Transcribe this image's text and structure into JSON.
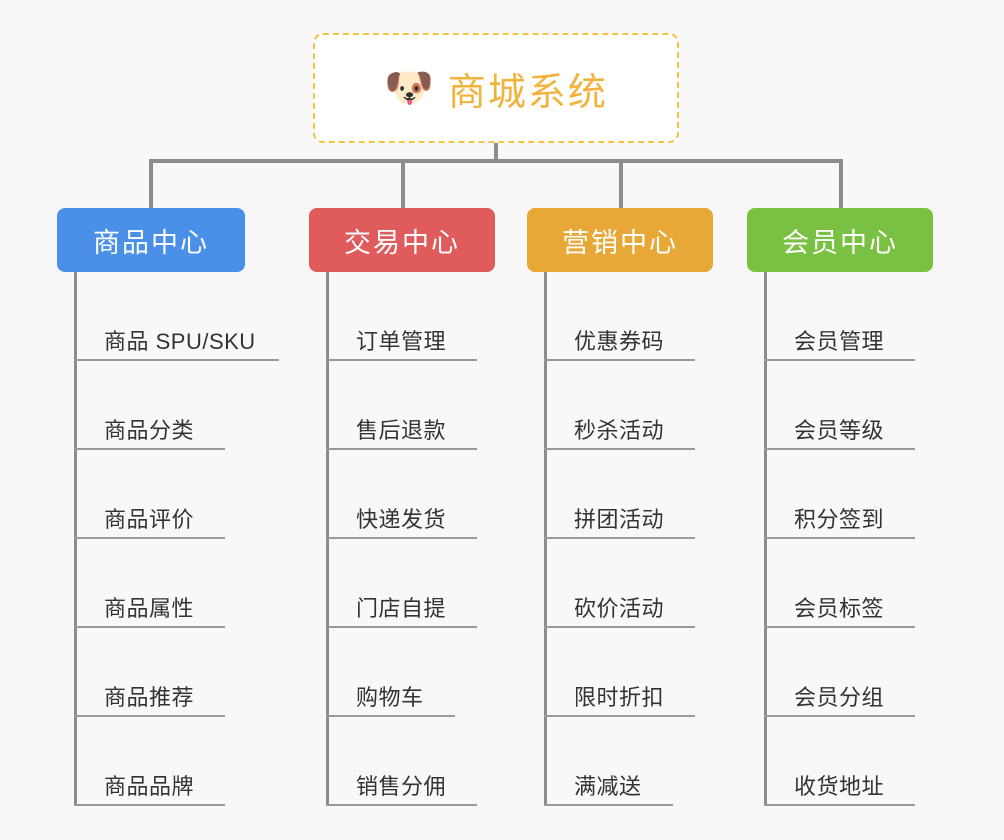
{
  "background_color": "#f8f8f8",
  "root": {
    "icon": "shiba-dog-face-emoji",
    "emoji": "🐶",
    "title": "商城系统",
    "border_color": "#f5c242",
    "text_color": "#f2b33d"
  },
  "connector_color": "#8c8c8c",
  "columns": [
    {
      "id": "product-center",
      "header": "商品中心",
      "color": "#4a90e8",
      "items": [
        {
          "label": "商品 SPU/SKU",
          "underline_width": 205
        },
        {
          "label": "商品分类",
          "underline_width": 151
        },
        {
          "label": "商品评价",
          "underline_width": 151
        },
        {
          "label": "商品属性",
          "underline_width": 151
        },
        {
          "label": "商品推荐",
          "underline_width": 151
        },
        {
          "label": "商品品牌",
          "underline_width": 151
        }
      ]
    },
    {
      "id": "trade-center",
      "header": "交易中心",
      "color": "#e05b5b",
      "items": [
        {
          "label": "订单管理",
          "underline_width": 151
        },
        {
          "label": "售后退款",
          "underline_width": 151
        },
        {
          "label": "快递发货",
          "underline_width": 151
        },
        {
          "label": "门店自提",
          "underline_width": 151
        },
        {
          "label": "购物车",
          "underline_width": 129
        },
        {
          "label": "销售分佣",
          "underline_width": 151
        }
      ]
    },
    {
      "id": "marketing-center",
      "header": "营销中心",
      "color": "#e8a838",
      "items": [
        {
          "label": "优惠券码",
          "underline_width": 151
        },
        {
          "label": "秒杀活动",
          "underline_width": 151
        },
        {
          "label": "拼团活动",
          "underline_width": 151
        },
        {
          "label": "砍价活动",
          "underline_width": 151
        },
        {
          "label": "限时折扣",
          "underline_width": 151
        },
        {
          "label": "满减送",
          "underline_width": 129
        }
      ]
    },
    {
      "id": "member-center",
      "header": "会员中心",
      "color": "#7ac143",
      "items": [
        {
          "label": "会员管理",
          "underline_width": 151
        },
        {
          "label": "会员等级",
          "underline_width": 151
        },
        {
          "label": "积分签到",
          "underline_width": 151
        },
        {
          "label": "会员标签",
          "underline_width": 151
        },
        {
          "label": "会员分组",
          "underline_width": 151
        },
        {
          "label": "收货地址",
          "underline_width": 151
        }
      ]
    }
  ]
}
